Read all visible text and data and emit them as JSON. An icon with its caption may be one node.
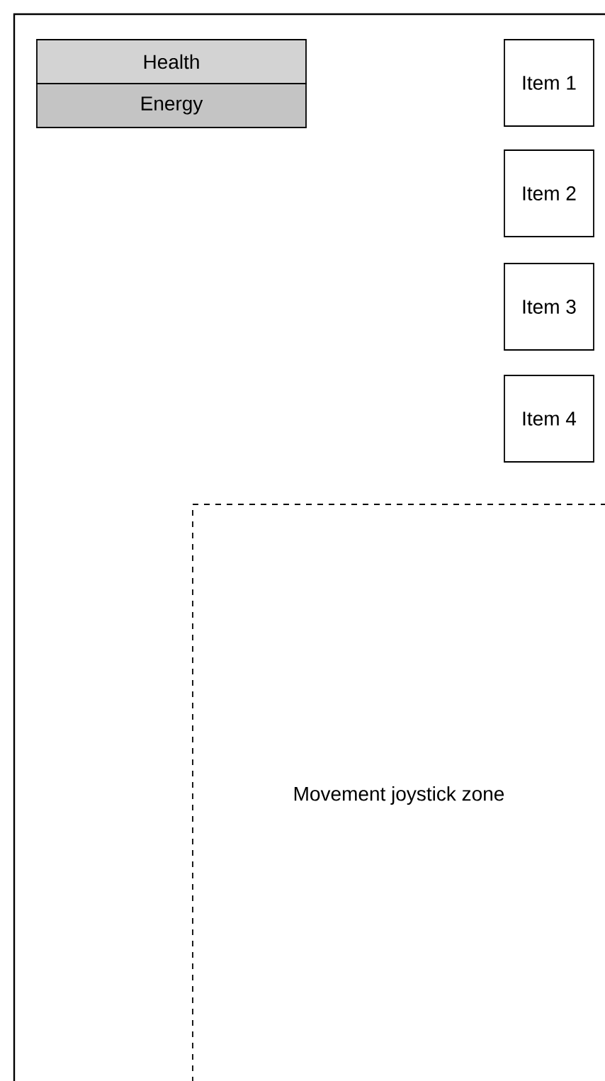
{
  "diagram": {
    "nodes": [
      {
        "text": [
          "Health"
        ]
      },
      {
        "text": [
          "Energy"
        ]
      },
      {
        "text": [
          "Item 1"
        ]
      },
      {
        "text": [
          "Item 2"
        ]
      },
      {
        "text": [
          "Item 3"
        ]
      },
      {
        "text": [
          "Item 4"
        ]
      },
      {
        "text": [
          "Movement joystick zone"
        ]
      }
    ]
  }
}
